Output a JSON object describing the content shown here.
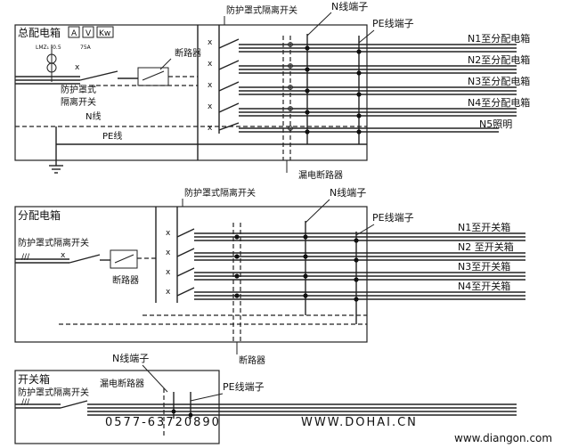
{
  "master_box": {
    "title": "总配电箱",
    "meters": [
      "A",
      "V",
      "Kw"
    ],
    "ct_note_1": "LMZ₁ -0.5",
    "ct_note_2": "75A",
    "isolator_label": "防护罩式隔离开关",
    "isolator_label_line1": "防护罩式",
    "isolator_label_line2": "隔离开关",
    "breaker_label": "断路器",
    "n_line_label": "N线",
    "pe_line_label": "PE线",
    "n_terminal_label": "N线端子",
    "pe_terminal_label": "PE线端子",
    "rcd_label": "漏电断路器",
    "outputs": [
      "N1至分配电箱",
      "N2至分配电箱",
      "N3至分配电箱",
      "N4至分配电箱",
      "N5照明"
    ]
  },
  "sub_box": {
    "title": "分配电箱",
    "isolator_top_label": "防护罩式隔离开关",
    "isolator_left_label": "防护罩式隔离开关",
    "breaker_label": "断路器",
    "breaker_bottom_label": "断路器",
    "n_terminal_label": "N线端子",
    "pe_terminal_label": "PE线端子",
    "outputs": [
      "N1至开关箱",
      "N2 至开关箱",
      "N3至开关箱",
      "N4至开关箱"
    ]
  },
  "switch_box": {
    "title": "开关箱",
    "isolator_label": "防护罩式隔离开关",
    "rcd_label": "漏电断路器",
    "n_terminal_label": "N线端子",
    "pe_terminal_label": "PE线端子"
  },
  "watermarks": {
    "site": "WWW.DOHAI.CN",
    "phone": "0577-63720890",
    "corner": "www.diangon.com"
  }
}
